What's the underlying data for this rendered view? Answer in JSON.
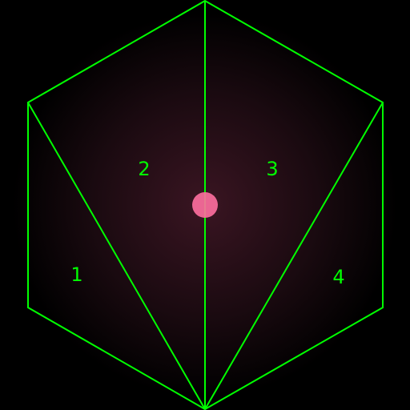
{
  "diagram": {
    "regions": [
      {
        "label": "1"
      },
      {
        "label": "2"
      },
      {
        "label": "3"
      },
      {
        "label": "4"
      }
    ],
    "colors": {
      "background": "#000000",
      "line": "#00ff00",
      "label": "#00ff00",
      "center_dot": "#ff6fa0"
    }
  }
}
